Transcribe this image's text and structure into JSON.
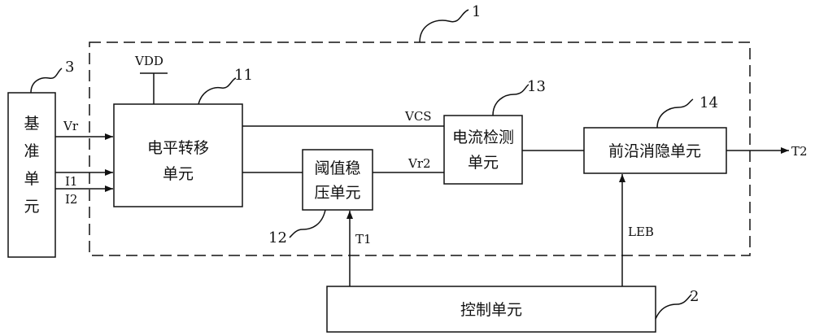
{
  "references": {
    "system": "1",
    "control": "2",
    "reference": "3",
    "level_shift": "11",
    "threshold": "12",
    "current_detect": "13",
    "leading_edge": "14"
  },
  "blocks": {
    "reference_unit": [
      "基",
      "准",
      "单",
      "元"
    ],
    "level_shift_unit": [
      "电平转移",
      "单元"
    ],
    "threshold_unit": [
      "阈值稳",
      "压单元"
    ],
    "current_detect_unit": [
      "电流检测",
      "单元"
    ],
    "leading_edge_unit": "前沿消隐单元",
    "control_unit": "控制单元"
  },
  "signals": {
    "vdd": "VDD",
    "vr": "Vr",
    "i1": "I1",
    "i2": "I2",
    "vcs": "VCS",
    "vr2": "Vr2",
    "t1": "T1",
    "leb": "LEB",
    "t2": "T2"
  }
}
